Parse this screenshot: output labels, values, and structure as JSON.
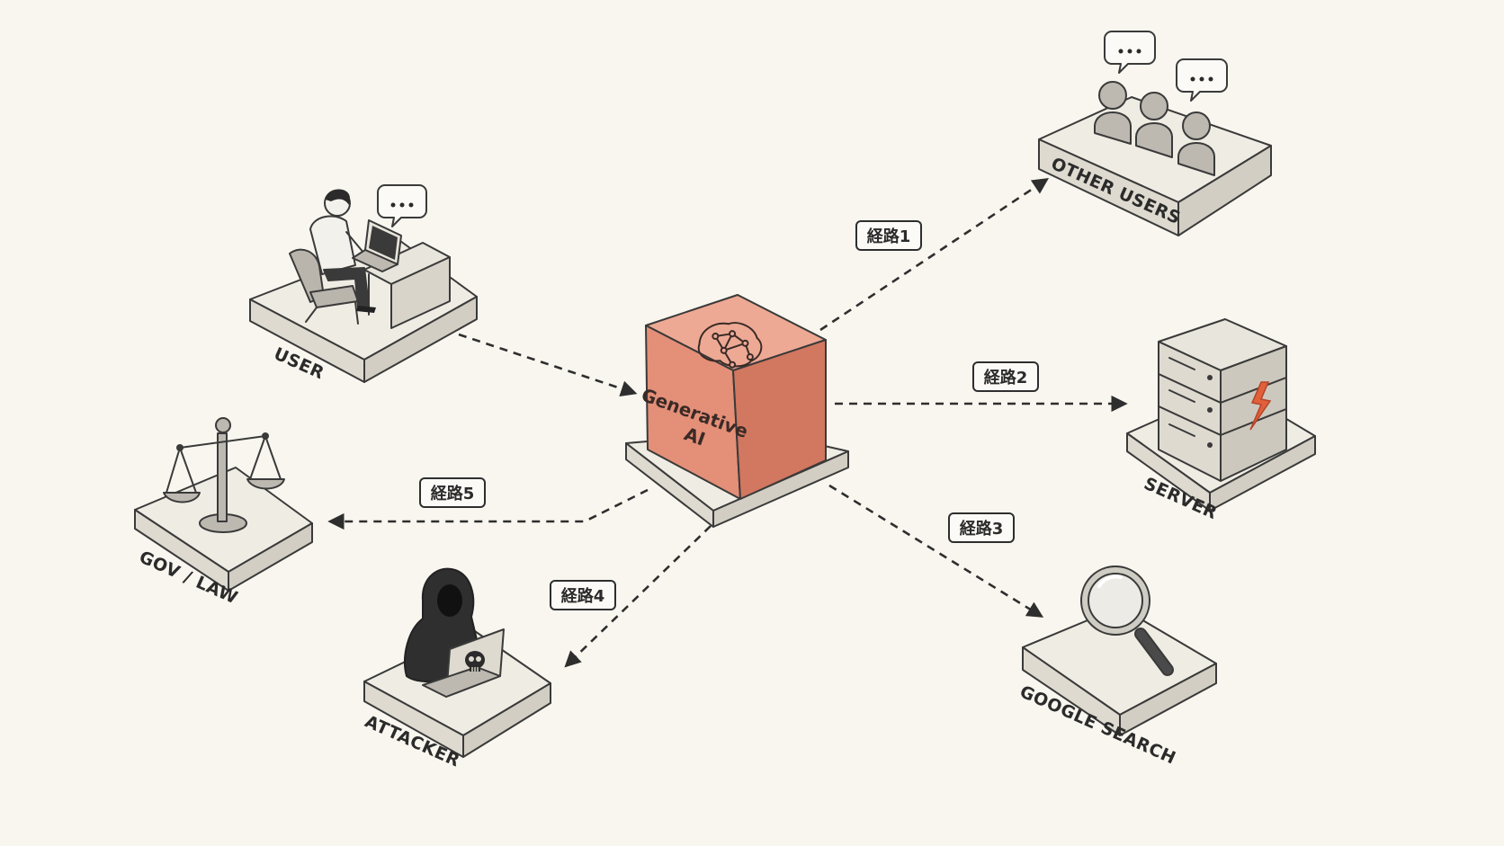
{
  "center": {
    "label_line1": "Generative",
    "label_line2": "AI"
  },
  "nodes": {
    "user": "USER",
    "other_users": "OTHER USERS",
    "server": "SERVER",
    "google_search": "GOOGLE SEARCH",
    "attacker": "ATTACKER",
    "gov_law": "GOV / LAW"
  },
  "routes": {
    "r1": "経路1",
    "r2": "経路2",
    "r3": "経路3",
    "r4": "経路4",
    "r5": "経路5"
  },
  "colors": {
    "background": "#f8f6ef",
    "cube_front": "#e48f78",
    "cube_side": "#d27760",
    "cube_top": "#eda994",
    "accent_spark": "#e0603a"
  },
  "icons": {
    "center": "brain-network-icon",
    "user": "person-at-laptop-icon",
    "other_users": "group-chat-icon",
    "server": "server-rack-icon",
    "google_search": "magnifier-icon",
    "attacker": "hooded-hacker-icon",
    "gov_law": "scales-icon"
  }
}
